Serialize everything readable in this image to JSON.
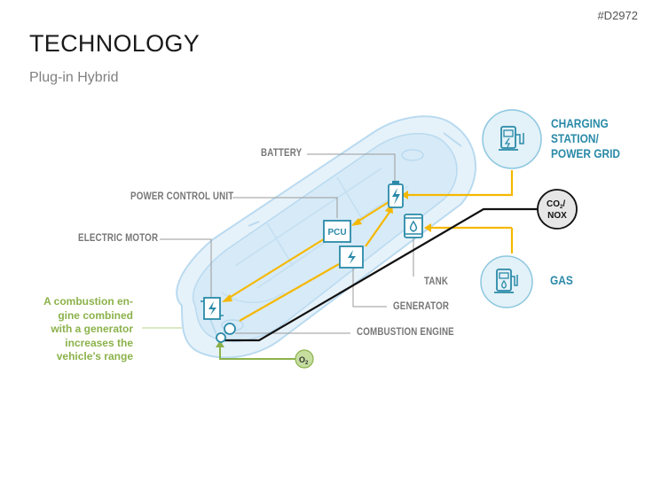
{
  "header": {
    "id_tag": "#D2972",
    "title": "TECHNOLOGY",
    "subtitle": "Plug-in Hybrid"
  },
  "labels": {
    "battery": "BATTERY",
    "pcu_full": "POWER CONTROL UNIT",
    "electric_motor": "ELECTRIC MOTOR",
    "tank": "TANK",
    "generator": "GENERATOR",
    "combustion_engine": "COMBUSTION ENGINE",
    "pcu_box": "PCU"
  },
  "external": {
    "charging_line1": "CHARGING",
    "charging_line2": "STATION/",
    "charging_line3": "POWER GRID",
    "gas": "GAS",
    "co2": "CO",
    "co2_sub": "2",
    "co2_slash": "/",
    "nox": "NOX",
    "o2": "O",
    "o2_sub": "2"
  },
  "side_note": {
    "line1": "A combustion en-",
    "line2": "gine combined",
    "line3": "with a generator",
    "line4": "increases the",
    "line5": "vehicle’s range"
  },
  "colors": {
    "energy_flow": "#f5b800",
    "exhaust": "#111111",
    "air_intake": "#8bb24a",
    "component": "#2a8aa8",
    "car_body": "#cfe6f4",
    "label_gray": "#777777"
  }
}
